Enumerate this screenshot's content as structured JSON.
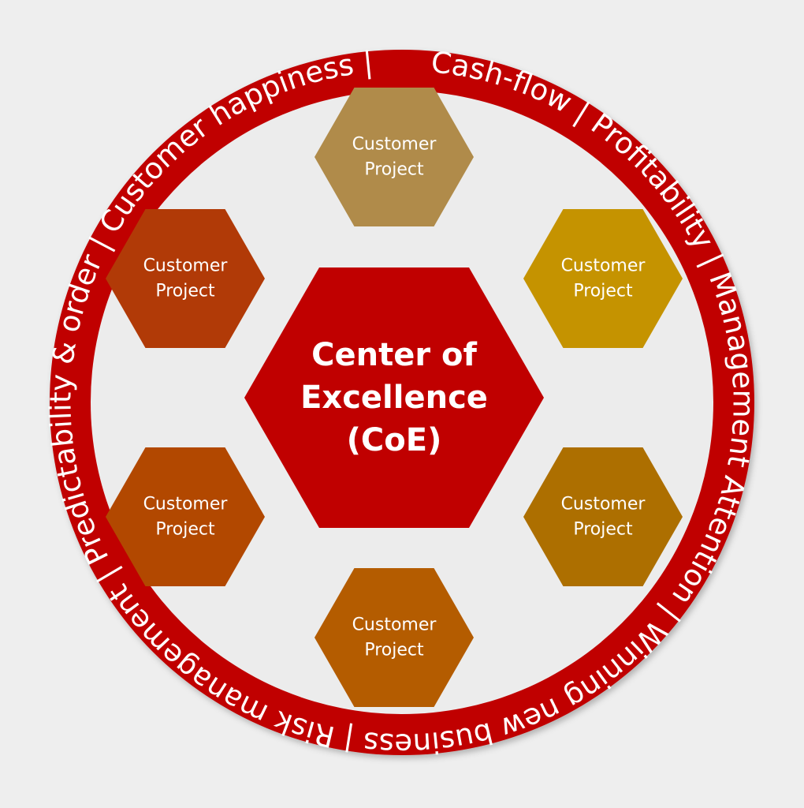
{
  "diagram": {
    "ring": {
      "text": "Cash-flow | Profitability | Management Attention | Winning new business | Risk management | Predictability & order | Customer happiness |",
      "color": "#c00000"
    },
    "center": {
      "lines": [
        "Center of",
        "Excellence",
        "(CoE)"
      ],
      "color": "#c00000"
    },
    "projects": [
      {
        "lines": [
          "Customer",
          "Project"
        ],
        "color": "#b08b4a"
      },
      {
        "lines": [
          "Customer",
          "Project"
        ],
        "color": "#c59300"
      },
      {
        "lines": [
          "Customer",
          "Project"
        ],
        "color": "#ad6f00"
      },
      {
        "lines": [
          "Customer",
          "Project"
        ],
        "color": "#b45c00"
      },
      {
        "lines": [
          "Customer",
          "Project"
        ],
        "color": "#b24800"
      },
      {
        "lines": [
          "Customer",
          "Project"
        ],
        "color": "#b13a07"
      }
    ]
  }
}
